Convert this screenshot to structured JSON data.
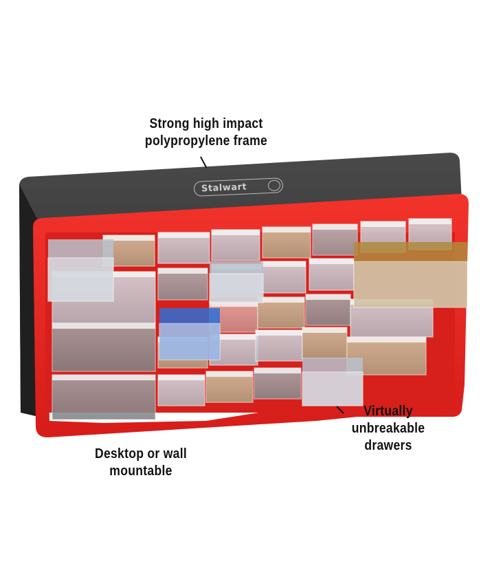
{
  "product": {
    "brand_logo_text": "Stalwart",
    "description": "Red and black wall-mountable parts organizer cabinet with clear plastic drawers filled with screws, nails, bolts, washers and anchors",
    "colors": {
      "frame_red": "#e8231f",
      "housing_black": "#2e2e2e",
      "drawer_clear": "#d9dde0",
      "blue_anchors": "#2f6fd6",
      "brass_screws": "#b08a3c",
      "steel_hardware": "#b9c2cc"
    }
  },
  "callouts": {
    "frame": {
      "lines": [
        "Strong high impact",
        "polypropylene frame"
      ]
    },
    "mount": {
      "lines": [
        "Desktop or wall",
        "mountable"
      ]
    },
    "drawers": {
      "lines": [
        "Virtually",
        "unbreakable",
        "drawers"
      ]
    }
  }
}
